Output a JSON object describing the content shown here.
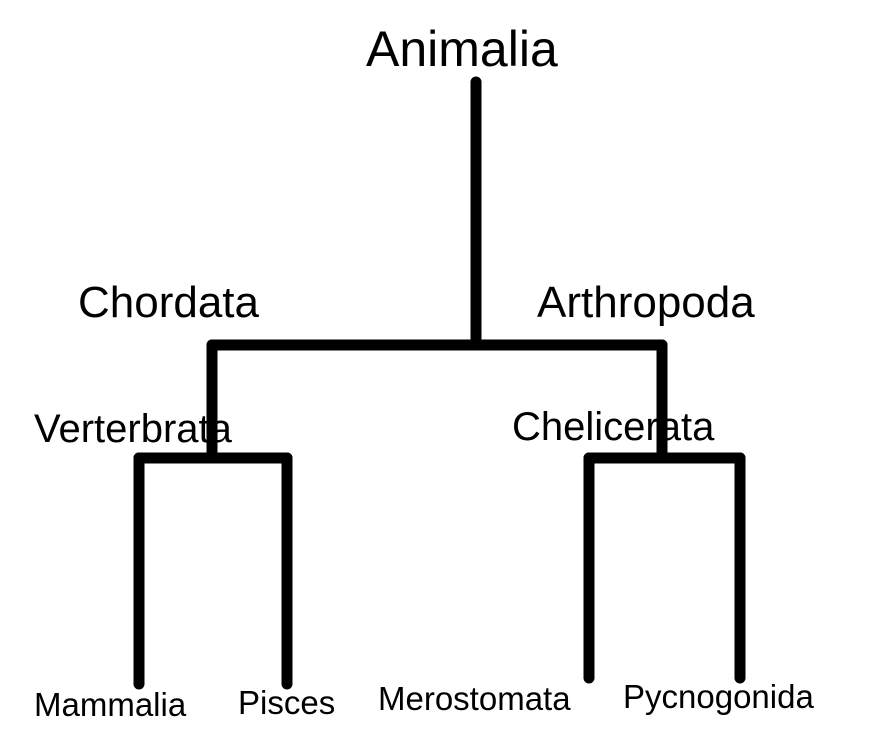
{
  "tree": {
    "root": "Animalia",
    "branches": [
      {
        "name": "Chordata",
        "children": [
          {
            "name": "Verterbrata",
            "children": [
              "Mammalia",
              "Pisces"
            ]
          }
        ]
      },
      {
        "name": "Arthropoda",
        "children": [
          {
            "name": "Chelicerata",
            "children": [
              "Merostomata",
              "Pycnogonida"
            ]
          }
        ]
      }
    ]
  },
  "colors": {
    "line": "#000000",
    "text": "#000000",
    "background": "#ffffff"
  }
}
